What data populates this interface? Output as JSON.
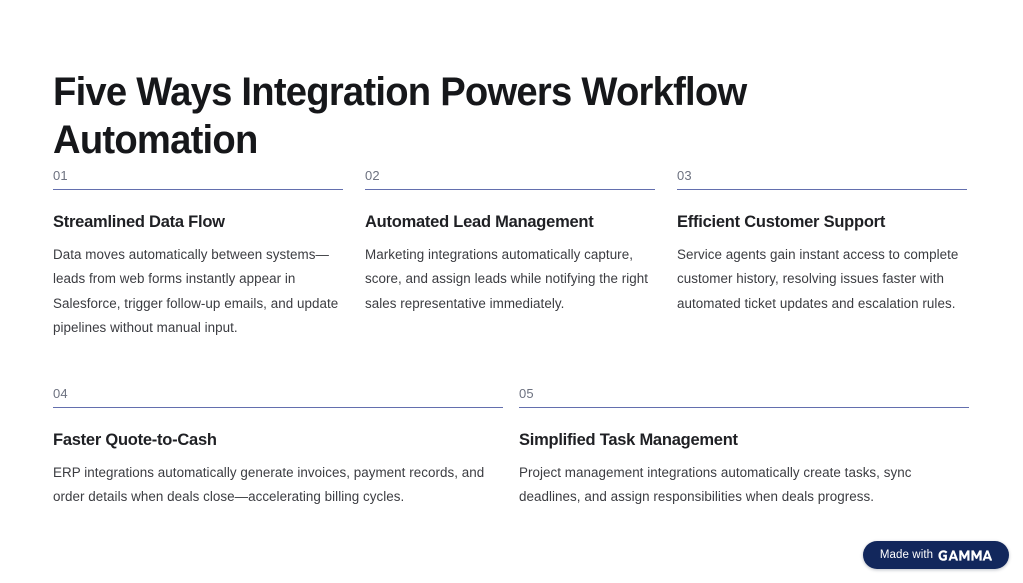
{
  "slide": {
    "title": "Five Ways Integration Powers Workflow Automation",
    "background_color": "#ffffff",
    "accent_rule_color": "#636fae",
    "number_color": "#6d7280",
    "heading_color": "#1f2024",
    "body_color": "#3b3c41"
  },
  "cards_top": [
    {
      "number": "01",
      "heading": "Streamlined Data Flow",
      "body": "Data moves automatically between systems—leads from web forms instantly appear in Salesforce, trigger follow-up emails, and update pipelines without manual input."
    },
    {
      "number": "02",
      "heading": "Automated Lead Management",
      "body": "Marketing integrations automatically capture, score, and assign leads while notifying the right sales representative immediately."
    },
    {
      "number": "03",
      "heading": "Efficient Customer Support",
      "body": "Service agents gain instant access to complete customer history, resolving issues faster with automated ticket updates and escalation rules."
    }
  ],
  "cards_bottom": [
    {
      "number": "04",
      "heading": "Faster Quote-to-Cash",
      "body": "ERP integrations automatically generate invoices, payment records, and order details when deals close—accelerating billing cycles."
    },
    {
      "number": "05",
      "heading": "Simplified Task Management",
      "body": "Project management integrations automatically create tasks, sync deadlines, and assign responsibilities when deals progress."
    }
  ],
  "badge": {
    "prefix": "Made with",
    "brand": "GAMMA",
    "background_color": "#12275c",
    "text_color": "#ffffff"
  }
}
